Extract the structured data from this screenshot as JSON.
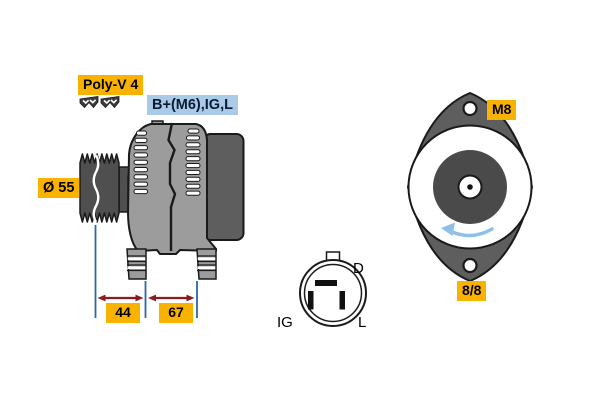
{
  "side_view": {
    "belt_type_label": "Poly-V 4",
    "terminals_label": "B+(M6),IG,L",
    "pulley_diameter_label": "Ø 55",
    "dimension_pulley_offset": "44",
    "dimension_mount_span": "67"
  },
  "connector": {
    "pin_top": "D",
    "pin_bottom_left": "IG",
    "pin_bottom_right": "L"
  },
  "rear_view": {
    "mount_thread_label": "M8",
    "connector_clock_position_label": "8/8"
  },
  "colors": {
    "label_yellow": "#f9b200",
    "label_blue": "#a9cbe8",
    "dimension_line_blue": "#2a66ad",
    "dimension_arrow_red": "#8e1b1b",
    "rotation_arrow_blue": "#8fc0e8",
    "body_light_gray": "#9c9c9c",
    "body_dark_gray": "#5e5e5e",
    "pulley_gray": "#4f4f4f",
    "outline_black": "#1a1a1a"
  }
}
